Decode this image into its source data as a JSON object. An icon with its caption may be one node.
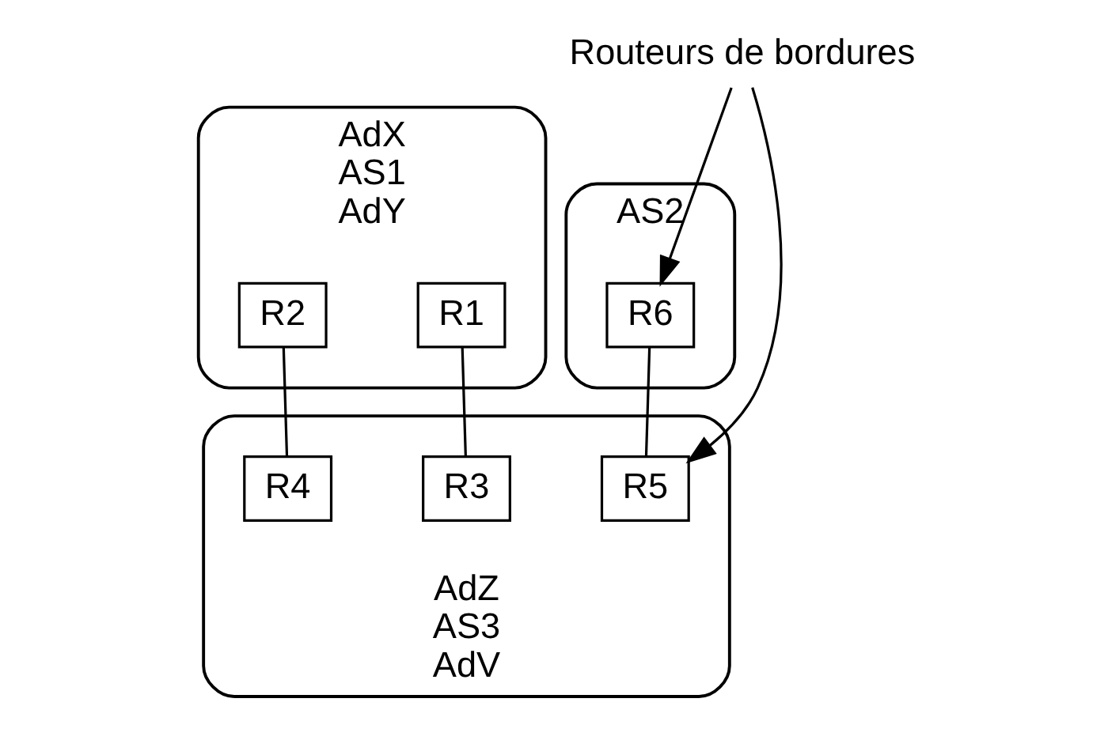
{
  "diagram": {
    "nodes": [
      {
        "text": [
          "AdX",
          "AS1",
          "AdY"
        ]
      },
      {
        "text": [
          "R1"
        ],
        "in": 0
      },
      {
        "text": [
          "R2"
        ],
        "in": 0
      },
      {
        "text": [
          "AS2"
        ]
      },
      {
        "text": [
          "R6"
        ],
        "in": 3
      },
      {
        "text": [
          "AdZ",
          "AS3",
          "AdV"
        ]
      },
      {
        "text": [
          "R3"
        ],
        "in": 5
      },
      {
        "text": [
          "R4"
        ],
        "in": 5
      },
      {
        "text": [
          "R5"
        ],
        "in": 5
      },
      {
        "text": [
          "Routeurs de bordures"
        ]
      }
    ],
    "edges": [
      {
        "from": 1,
        "to": 6,
        "arrow": "none"
      },
      {
        "from": 2,
        "to": 7,
        "arrow": "none"
      },
      {
        "from": 4,
        "to": 8,
        "arrow": "none"
      },
      {
        "from": 9,
        "to": 8,
        "arrow": "to"
      },
      {
        "from": 9,
        "to": 4,
        "arrow": "to"
      }
    ]
  }
}
